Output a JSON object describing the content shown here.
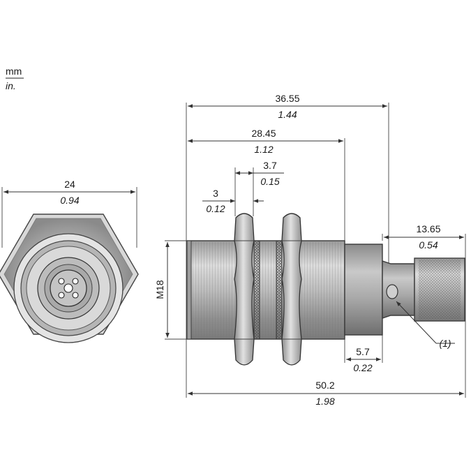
{
  "units": {
    "metric": "mm",
    "imperial": "in."
  },
  "front_view": {
    "width": {
      "mm": "24",
      "in": "0.94"
    }
  },
  "side_view": {
    "overall_length": {
      "mm": "50.2",
      "in": "1.98"
    },
    "body_length": {
      "mm": "36.55",
      "in": "1.44"
    },
    "thread_length": {
      "mm": "28.45",
      "in": "1.12"
    },
    "nut_width": {
      "mm": "3",
      "in": "0.12"
    },
    "nut_gap": {
      "mm": "3.7",
      "in": "0.15"
    },
    "connector_length": {
      "mm": "13.65",
      "in": "0.54"
    },
    "step_length": {
      "mm": "5.7",
      "in": "0.22"
    },
    "thread_label": "M18",
    "callout": "(1)"
  }
}
